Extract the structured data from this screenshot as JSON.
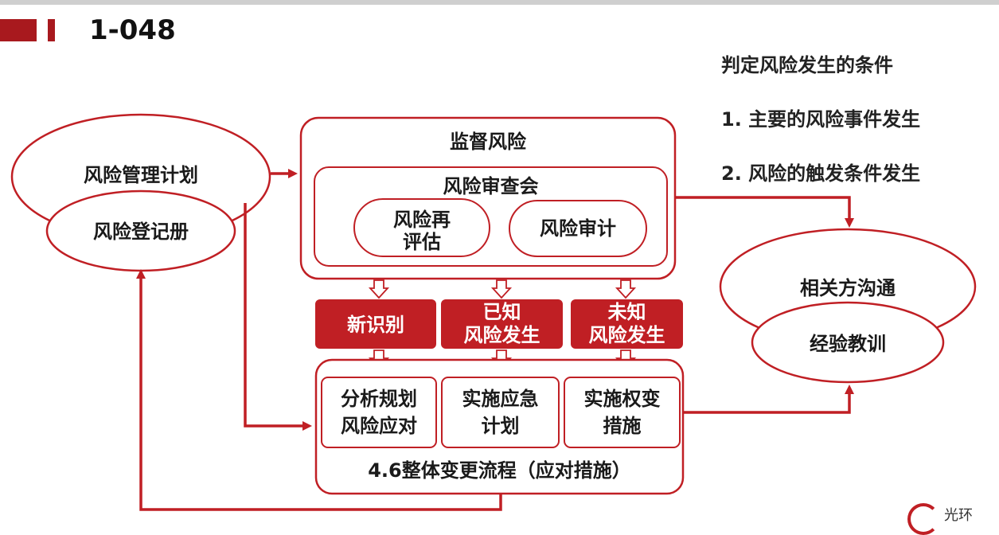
{
  "slide": {
    "id": "1-048"
  },
  "conditions": {
    "title": "判定风险发生的条件",
    "items": [
      "1. 主要的风险事件发生",
      "2. 风险的触发条件发生"
    ]
  },
  "left": {
    "plan": "风险管理计划",
    "register": "风险登记册"
  },
  "monitor": {
    "title": "监督风险",
    "review_meeting": "风险审查会",
    "reassess": "风险再\n评估",
    "audit": "风险审计"
  },
  "triggers": {
    "new": "新识别",
    "known": "已知\n风险发生",
    "unknown": "未知\n风险发生"
  },
  "responses": {
    "plan": "分析规划\n风险应对",
    "contingency": "实施应急\n计划",
    "workaround": "实施权变\n措施",
    "footer": "4.6整体变更流程（应对措施）"
  },
  "right": {
    "communication": "相关方沟通",
    "lessons": "经验教训"
  },
  "logo_text": "光环",
  "colors": {
    "accent": "#c01f24",
    "fill": "#c01f24",
    "bar": "#a8191e"
  }
}
